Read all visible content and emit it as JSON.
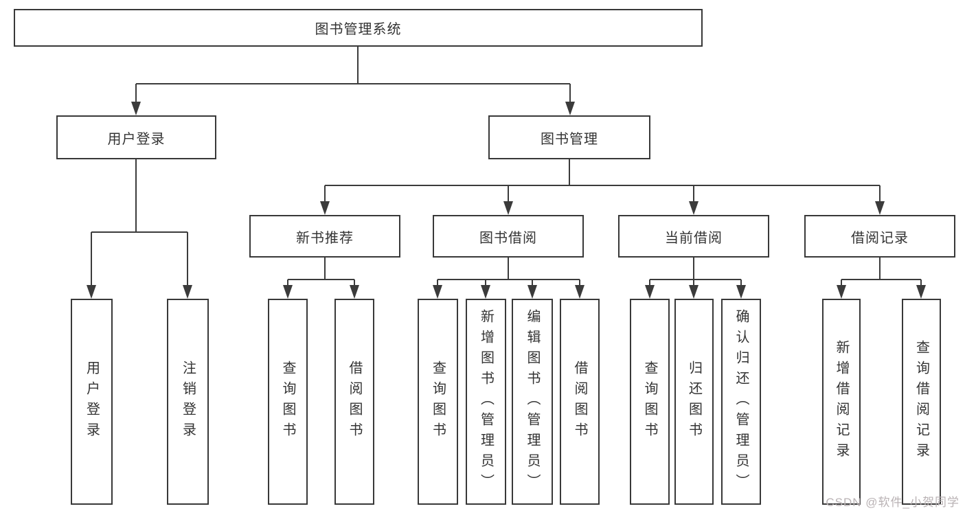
{
  "diagram": {
    "root": {
      "label": "图书管理系统"
    },
    "user_login": {
      "label": "用户登录",
      "children": [
        "用户登录",
        "注销登录"
      ]
    },
    "book_management": {
      "label": "图书管理",
      "sections": [
        {
          "label": "新书推荐",
          "children": [
            "查询图书",
            "借阅图书"
          ]
        },
        {
          "label": "图书借阅",
          "children": [
            "查询图书",
            "新增图书（管理员）",
            "编辑图书（管理员）",
            "借阅图书"
          ]
        },
        {
          "label": "当前借阅",
          "children": [
            "查询图书",
            "归还图书",
            "确认归还（管理员）"
          ]
        },
        {
          "label": "借阅记录",
          "children": [
            "新增借阅记录",
            "查询借阅记录"
          ]
        }
      ]
    }
  },
  "watermark": "CSDN @软件_小贺同学",
  "colors": {
    "line": "#3b3b3b",
    "box_border": "#383838",
    "text": "#333333",
    "watermark": "#b9b2b4",
    "background": "#ffffff"
  }
}
